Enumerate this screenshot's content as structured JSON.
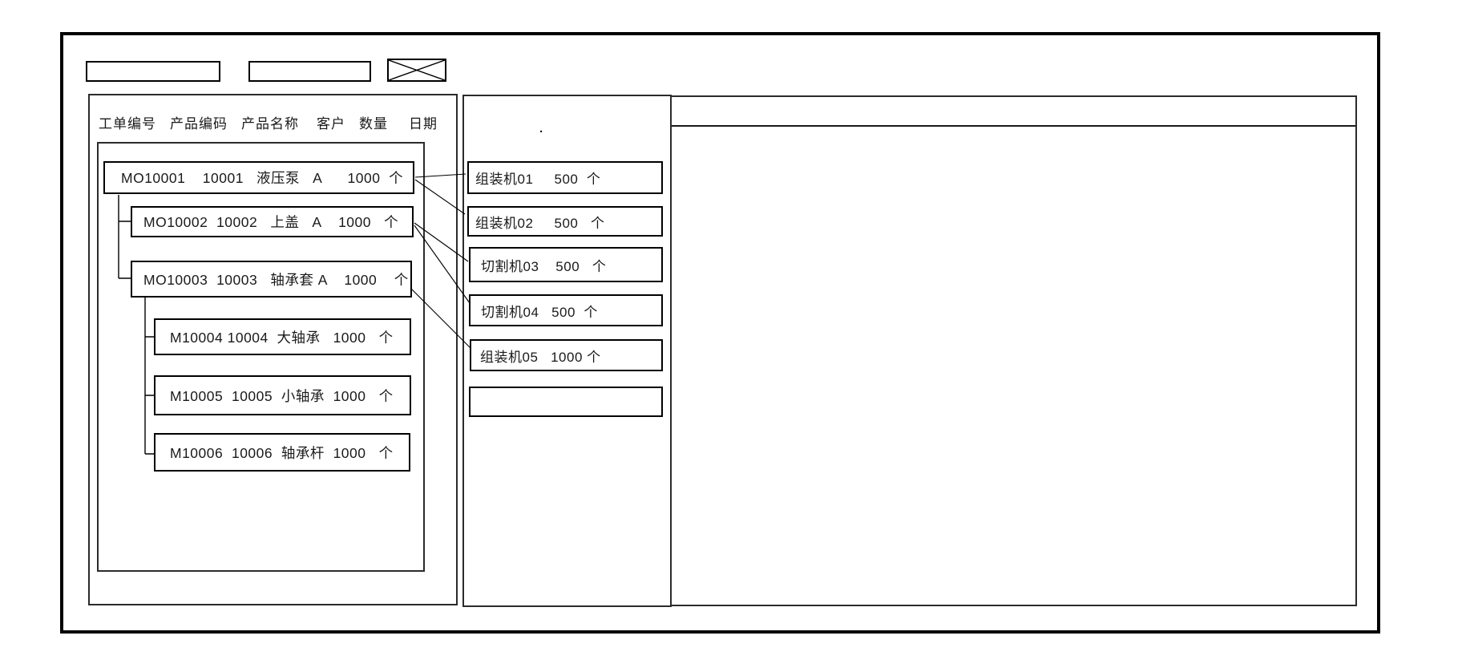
{
  "colors": {
    "line": "#000000",
    "background": "#ffffff",
    "text": "#1a1a1a"
  },
  "toolbar": {
    "field_1": {
      "value": "",
      "placeholder": ""
    },
    "field_2": {
      "value": "",
      "placeholder": ""
    }
  },
  "order_list": {
    "columns": [
      "工单编号",
      "产品编码",
      "产品名称",
      "客户",
      "数量",
      "日期"
    ],
    "orders": [
      {
        "order_no": "MO10001",
        "product_code": "10001",
        "product_name": "液压泵",
        "customer": "A",
        "qty": "1000",
        "unit": "个",
        "level": 0,
        "text": "MO10001    10001   液压泵   A      1000  个"
      },
      {
        "order_no": "MO10002",
        "product_code": "10002",
        "product_name": "上盖",
        "customer": "A",
        "qty": "1000",
        "unit": "个",
        "level": 1,
        "text": "MO10002  10002   上盖   A    1000   个"
      },
      {
        "order_no": "MO10003",
        "product_code": "10003",
        "product_name": "轴承套",
        "customer": "A",
        "qty": "1000",
        "unit": "个",
        "level": 1,
        "text": "MO10003  10003   轴承套 A    1000    个"
      },
      {
        "order_no": "M10004",
        "product_code": "10004",
        "product_name": "大轴承",
        "customer": "",
        "qty": "1000",
        "unit": "个",
        "level": 2,
        "text": "M10004 10004  大轴承   1000   个"
      },
      {
        "order_no": "M10005",
        "product_code": "10005",
        "product_name": "小轴承",
        "customer": "",
        "qty": "1000",
        "unit": "个",
        "level": 2,
        "text": "M10005  10005  小轴承  1000   个"
      },
      {
        "order_no": "M10006",
        "product_code": "10006",
        "product_name": "轴承杆",
        "customer": "",
        "qty": "1000",
        "unit": "个",
        "level": 2,
        "text": "M10006  10006  轴承杆  1000   个"
      }
    ]
  },
  "machine_list": {
    "header_mark": ".",
    "machines": [
      {
        "name": "组装机01",
        "qty": "500",
        "unit": "个",
        "text": "组装机01     500  个"
      },
      {
        "name": "组装机02",
        "qty": "500",
        "unit": "个",
        "text": "组装机02     500   个"
      },
      {
        "name": "切割机03",
        "qty": "500",
        "unit": "个",
        "text": "切割机03    500   个"
      },
      {
        "name": "切割机04",
        "qty": "500",
        "unit": "个",
        "text": "切割机04   500  个"
      },
      {
        "name": "组装机05",
        "qty": "1000",
        "unit": "个",
        "text": "组装机05   1000 个"
      },
      {
        "name": "",
        "qty": "",
        "unit": "",
        "text": ""
      }
    ]
  },
  "assignments": [
    {
      "from": "MO10001",
      "to": "组装机01"
    },
    {
      "from": "MO10001",
      "to": "组装机02"
    },
    {
      "from": "MO10002",
      "to": "切割机03"
    },
    {
      "from": "MO10002",
      "to": "切割机04"
    },
    {
      "from": "MO10003",
      "to": "组装机05"
    }
  ]
}
